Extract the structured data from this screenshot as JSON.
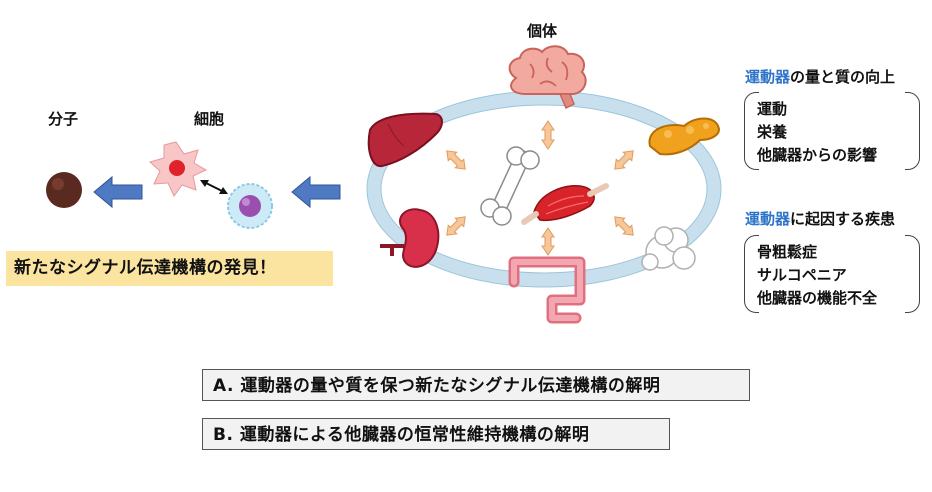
{
  "labels": {
    "individual": "個体",
    "molecule": "分子",
    "cell": "細胞"
  },
  "banner": {
    "text": "新たなシグナル伝達機構の発見！"
  },
  "quality": {
    "title_accent": "運動器",
    "title_rest": "の量と質の向上",
    "items": [
      "運動",
      "栄養",
      "他臓器からの影響"
    ]
  },
  "disease": {
    "title_accent": "運動器",
    "title_rest": "に起因する疾患",
    "items": [
      "骨粗鬆症",
      "サルコペニア",
      "他臓器の機能不全"
    ]
  },
  "goals": {
    "a": "A. 運動器の量や質を保つ新たなシグナル伝達機構の解明",
    "b": "B. 運動器による他臓器の恒常性維持機構の解明"
  },
  "colors": {
    "accent": "#2e74c9",
    "arrow_blue": "#4f79c2",
    "ring": "#c8e0ee",
    "banner": "#fbe3a0",
    "orange_arrow": "#f6c79a"
  },
  "icons": [
    "brain-icon",
    "liver-icon",
    "pancreas-icon",
    "kidney-icon",
    "intestine-icon",
    "fat-icon",
    "bone-icon",
    "muscle-icon",
    "molecule-icon",
    "cell-icon",
    "immune-cell-icon"
  ]
}
